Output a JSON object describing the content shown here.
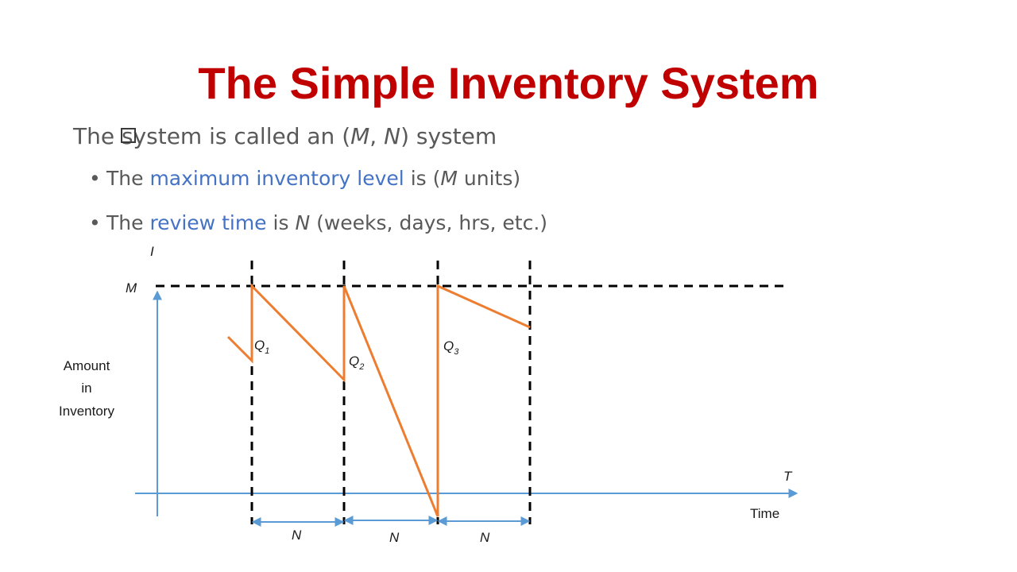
{
  "slide": {
    "title": "The Simple Inventory System",
    "bullet": {
      "text_a": "The system is called an (",
      "m": "M",
      "text_b": ", ",
      "n": "N",
      "text_c": ") system"
    },
    "sub1": {
      "text_a": "The ",
      "highlight": "maximum inventory level",
      "text_b": " is (",
      "m": "M",
      "text_c": " units)"
    },
    "sub2": {
      "text_a": "The ",
      "highlight": "review time",
      "text_b": " is ",
      "n": "N",
      "text_c": " (weeks, days, hrs, etc.)"
    },
    "colors": {
      "title": "#c00000",
      "highlight": "#4472c4",
      "curve": "#ed7d31",
      "axis": "#5b9bd5"
    }
  },
  "diagram": {
    "y_axis_label": "I",
    "x_axis_label": "T",
    "y_axis_title": [
      "Amount",
      "in",
      "Inventory"
    ],
    "x_axis_title": "Time",
    "max_label": "M",
    "orders": [
      {
        "q": "Q",
        "sub": "1"
      },
      {
        "q": "Q",
        "sub": "2"
      },
      {
        "q": "Q",
        "sub": "3"
      }
    ],
    "periods": [
      "N",
      "N",
      "N"
    ]
  }
}
